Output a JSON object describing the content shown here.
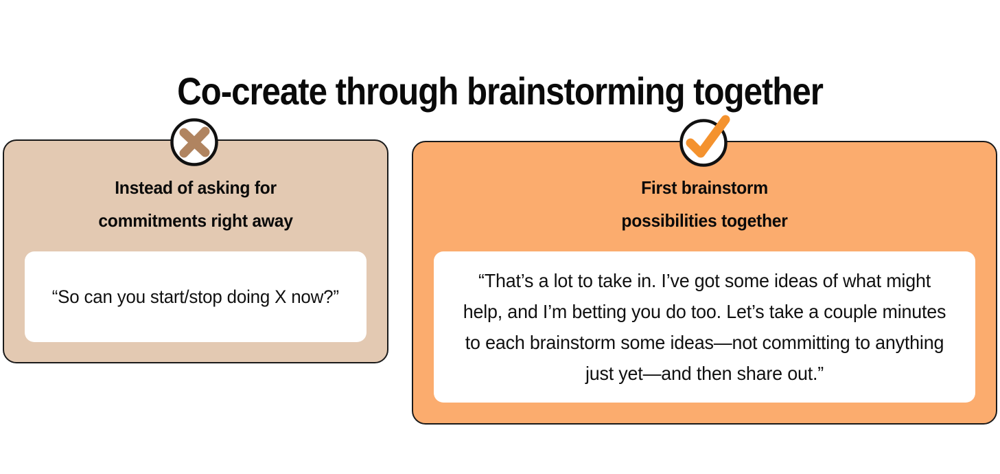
{
  "page": {
    "title": "Co-create through brainstorming together",
    "background_color": "#ffffff"
  },
  "colors": {
    "tan_card": "#e3c9b2",
    "orange_card": "#fbac6e",
    "x_mark": "#b08460",
    "check_mark": "#f4922e",
    "border": "#1a1a1a",
    "quote_box": "#ffffff",
    "text": "#0a0a0a"
  },
  "cards": [
    {
      "id": "dont",
      "icon": "x-circle-icon",
      "heading_line1": "Instead of asking for",
      "heading_line2": "commitments right away",
      "quote": "“So can you start/stop doing X now?”"
    },
    {
      "id": "do",
      "icon": "check-circle-icon",
      "heading_line1": "First brainstorm",
      "heading_line2": "possibilities together",
      "quote": "“That’s a lot to take in. I’ve got some ideas of what might help, and I’m betting you do too. Let’s take a couple minutes to each brainstorm some ideas—not committing to anything just yet—and then share out.”"
    }
  ]
}
